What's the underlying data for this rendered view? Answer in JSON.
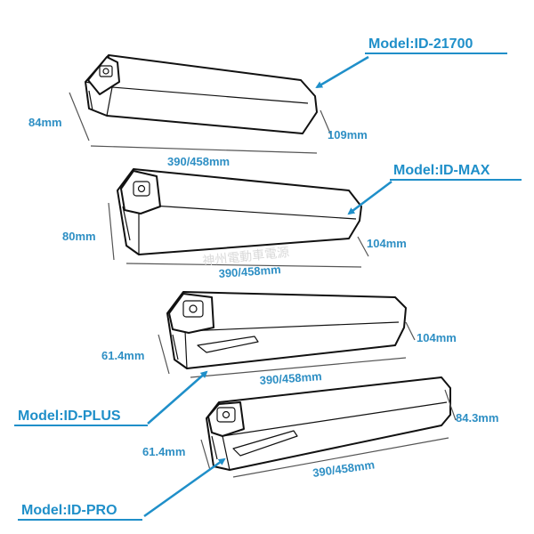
{
  "watermark": "神州電動車電源",
  "batteries": [
    {
      "model": "Model:ID-21700",
      "height": "84mm",
      "width": "109mm",
      "length": "390/458mm"
    },
    {
      "model": "Model:ID-MAX",
      "height": "80mm",
      "width": "104mm",
      "length": "390/458mm"
    },
    {
      "model": "Model:ID-PLUS",
      "height": "61.4mm",
      "width": "104mm",
      "length": "390/458mm"
    },
    {
      "model": "Model:ID-PRO",
      "height": "61.4mm",
      "width": "84.3mm",
      "length": "390/458mm"
    }
  ],
  "colors": {
    "label": "#1f8fc9",
    "dimension": "#2e8fc4",
    "outline": "#111111"
  }
}
